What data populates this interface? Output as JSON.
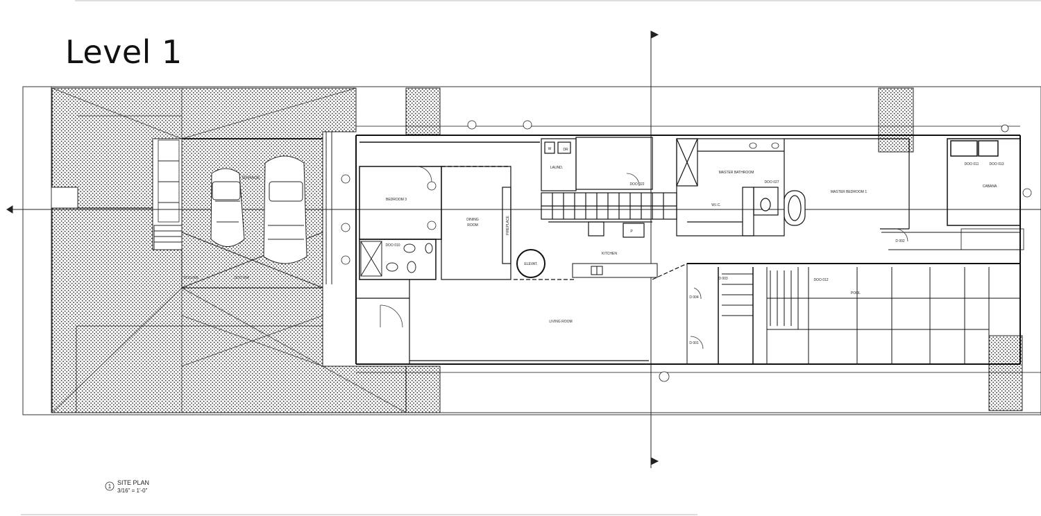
{
  "page": {
    "title": "Level 1",
    "caption": {
      "number": "1",
      "name": "SITE PLAN",
      "scale": "3/16\" = 1'-0\""
    }
  },
  "rooms": {
    "garage": "GARAGE",
    "bedroom3": "BEDROOM 3",
    "dining_room_1": "DINING",
    "dining_room_2": "ROOM",
    "fireplace": "FIREPLACE",
    "laundry": "LAUND.",
    "laundry_w": "W",
    "laundry_dr": "DR",
    "elevator": "ELEVAT.",
    "kitchen": "KITCHEN",
    "living_room": "LIVING ROOM",
    "master_bathroom": "MASTER BATHROOM",
    "wic": "W.I.C.",
    "master_bedroom": "MASTER BEDROOM 1",
    "cabana": "CABANA",
    "pool": "POOL",
    "pantry": "P"
  },
  "tags": {
    "door_tags": [
      "DOO 004",
      "DOO 009",
      "DOO 010",
      "DOO 027",
      "DOO 022",
      "DOO 011",
      "DOO 013",
      "DOO 012",
      "D 002",
      "D 003",
      "D 004",
      "D 001"
    ]
  }
}
